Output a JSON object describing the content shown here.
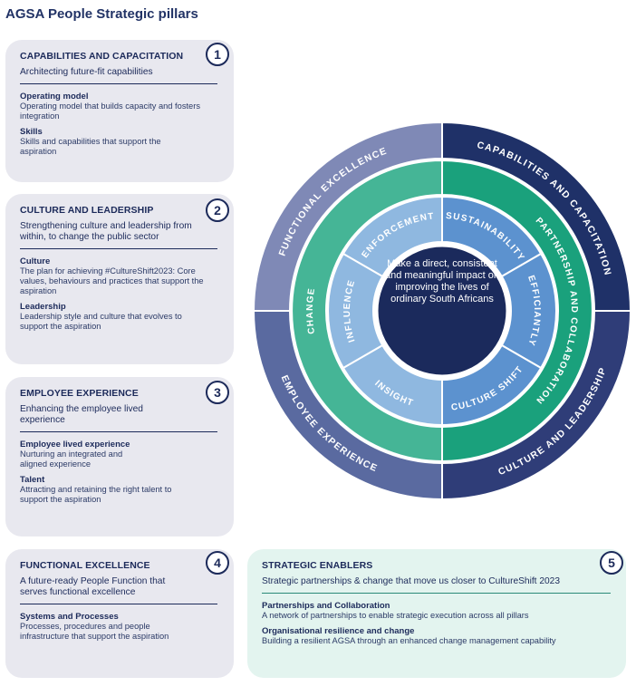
{
  "title": "AGSA People Strategic pillars",
  "pillars": [
    {
      "number": "1",
      "heading": "CAPABILITIES AND CAPACITATION",
      "lead": "Architecting future-fit capabilities",
      "items": [
        {
          "title": "Operating model",
          "text": "Operating model that builds capacity and fosters integration"
        },
        {
          "title": "Skills",
          "text": "Skills and capabilities that support the aspiration"
        }
      ]
    },
    {
      "number": "2",
      "heading": "CULTURE AND LEADERSHIP",
      "lead": "Strengthening culture and leadership from within, to change the public sector",
      "items": [
        {
          "title": "Culture",
          "text": "The plan for achieving #CultureShift2023: Core values, behaviours and practices that support the aspiration"
        },
        {
          "title": "Leadership",
          "text": "Leadership style and culture that evolves to support the aspiration"
        }
      ]
    },
    {
      "number": "3",
      "heading": "EMPLOYEE EXPERIENCE",
      "lead": "Enhancing the employee lived experience",
      "items": [
        {
          "title": "Employee lived experience",
          "text": "Nurturing an integrated and aligned experience"
        },
        {
          "title": "Talent",
          "text": "Attracting and retaining the right talent to support the aspiration"
        }
      ]
    },
    {
      "number": "4",
      "heading": "FUNCTIONAL EXCELLENCE",
      "lead": "A future-ready People Function that serves functional excellence",
      "items": [
        {
          "title": "Systems and Processes",
          "text": "Processes, procedures and people infrastructure that support the aspiration"
        }
      ]
    },
    {
      "number": "5",
      "heading": "STRATEGIC ENABLERS",
      "lead": "Strategic partnerships & change that move us closer to CultureShift 2023",
      "items": [
        {
          "title": "Partnerships and Collaboration",
          "text": "A network of partnerships to enable strategic execution across all pillars"
        },
        {
          "title": "Organisational resilience and change",
          "text": "Building a resilient AGSA through an enhanced change management capability"
        }
      ]
    }
  ],
  "wheel": {
    "center": "Make a direct, consistent and meaningful impact on improving the lives of ordinary South Africans",
    "outer": [
      "FUNCTIONAL EXCELLENCE",
      "CAPABILITIES AND CAPACITATION",
      "CULTURE AND LEADERSHIP",
      "EMPLOYEE EXPERIENCE"
    ],
    "middle": [
      "CHANGE",
      "PARTNERSHIP AND COLLABORATION"
    ],
    "inner": [
      "ENFORCEMENT",
      "SUSTAINABILITY",
      "EFFICIANTLY",
      "CULTURE SHIFT",
      "INSIGHT",
      "INFLUENCE"
    ],
    "colors": {
      "outer_fe": "#7f89b6",
      "outer_cc": "#1f3168",
      "outer_cl": "#2f3d78",
      "outer_ee": "#5a6aa0",
      "middle_change": "#45b596",
      "middle_partner": "#1aa17c",
      "inner_light": "#8fb8e0",
      "inner_mid": "#5c92cf",
      "center": "#1b2a5c"
    }
  }
}
